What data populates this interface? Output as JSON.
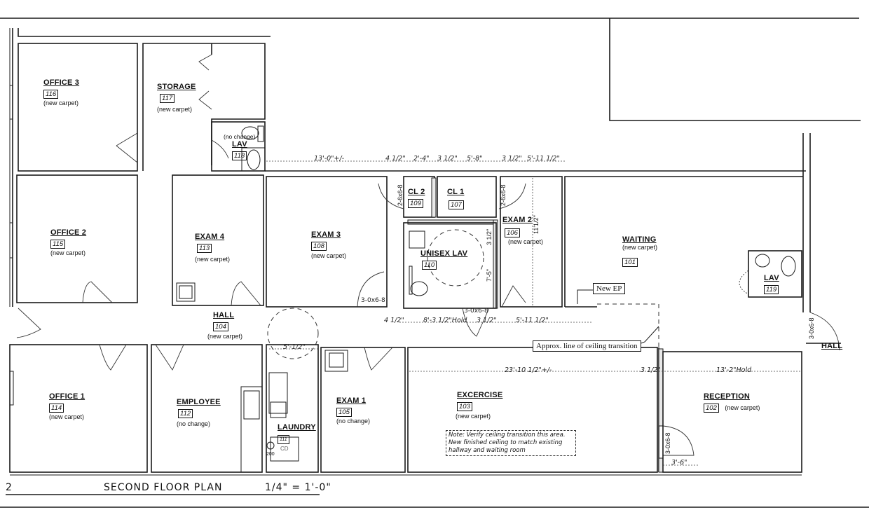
{
  "drawing": {
    "number": "2",
    "title": "SECOND FLOOR PLAN",
    "scale": "1/4\" = 1'-0\""
  },
  "rooms": [
    {
      "name": "OFFICE 3",
      "number": "116",
      "note": "(new carpet)"
    },
    {
      "name": "STORAGE",
      "number": "117",
      "note": "(new carpet)"
    },
    {
      "name": "LAV",
      "number": "118",
      "note": "(no change)"
    },
    {
      "name": "OFFICE 2",
      "number": "115",
      "note": "(new carpet)"
    },
    {
      "name": "EXAM 4",
      "number": "113",
      "note": "(new carpet)"
    },
    {
      "name": "EXAM 3",
      "number": "108",
      "note": "(new carpet)"
    },
    {
      "name": "CL 2",
      "number": "109",
      "note": ""
    },
    {
      "name": "CL 1",
      "number": "107",
      "note": ""
    },
    {
      "name": "UNISEX LAV",
      "number": "110",
      "note": ""
    },
    {
      "name": "EXAM 2",
      "number": "106",
      "note": "(new carpet)"
    },
    {
      "name": "WAITING",
      "number": "101",
      "note": "(new carpet)"
    },
    {
      "name": "LAV",
      "number": "119",
      "note": ""
    },
    {
      "name": "HALL",
      "number": "104",
      "note": "(new carpet)"
    },
    {
      "name": "OFFICE 1",
      "number": "114",
      "note": "(new carpet)"
    },
    {
      "name": "EMPLOYEE",
      "number": "112",
      "note": "(no change)"
    },
    {
      "name": "LAUNDRY",
      "number": "111",
      "note": ""
    },
    {
      "name": "EXAM 1",
      "number": "105",
      "note": "(no change)"
    },
    {
      "name": "EXCERCISE",
      "number": "103",
      "note": "(new carpet)"
    },
    {
      "name": "RECEPTION",
      "number": "102",
      "note": "(new carpet)"
    },
    {
      "name": "HALL",
      "number": "",
      "note": ""
    }
  ],
  "dimensions": {
    "top_row": [
      "13'-0\"+/-",
      "4 1/2\"",
      "2'-4\"",
      "3 1/2\"",
      "5'-8\"",
      "3 1/2\"",
      "5'-11 1/2\""
    ],
    "mid_row": [
      "4 1/2\"",
      "8'-3 1/2\"Hold",
      "3 1/2\"",
      "5'-11 1/2\""
    ],
    "lower_row": [
      "23'-10 1/2\"+/-",
      "3 1/2\"",
      "13'-2\"Hold"
    ],
    "hall_width": "5'-1/2\"",
    "reception_door_width": "3'-6\"",
    "exam2_height": "11'1/2\"",
    "lav_dim_a": "3 1/2\"",
    "lav_dim_b": "7'-5\""
  },
  "doors": {
    "cl2": "2-6x6-8",
    "cl1": "2-6x6-8",
    "exam3": "3-0x6-8",
    "unisex_lav": "3-0x6-8",
    "reception": "3-0x6-8",
    "hall_east": "3-0x6-8"
  },
  "callouts": {
    "new_ep": "New EP",
    "ceiling_transition": "Approx. line of ceiling transition",
    "laundry_appliance": "CD",
    "laundry_floor_drain": "200",
    "note": "Note: Verify ceiling transition this area. New finished ceiling to match existing hallway and waiting room"
  }
}
